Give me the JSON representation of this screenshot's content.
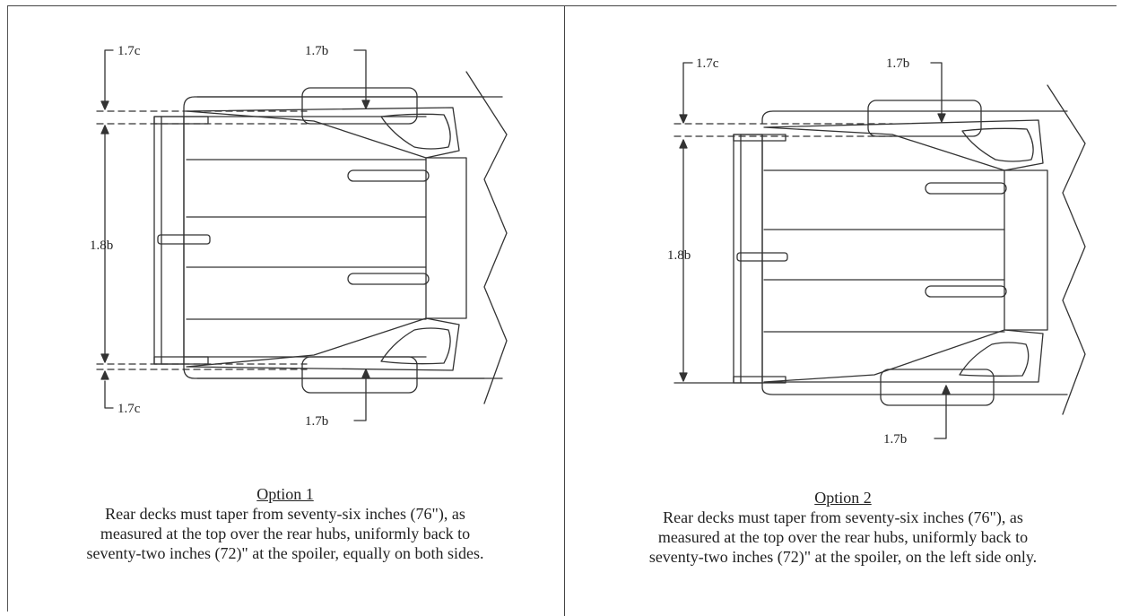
{
  "panels": [
    {
      "title": "Option 1",
      "description_lines": [
        "Rear decks must taper from seventy-six inches (76\"), as",
        "measured at the top over the rear hubs, uniformly back to",
        "seventy-two inches (72)\" at the spoiler, equally on both sides."
      ],
      "labels": {
        "c_top": "1.7c",
        "b_top": "1.7b",
        "dim_vertical": "1.8b",
        "c_bottom": "1.7c",
        "b_bottom": "1.7b"
      }
    },
    {
      "title": "Option 2",
      "description_lines": [
        "Rear decks must taper from seventy-six inches (76\"), as",
        "measured at the top over the rear hubs, uniformly back to",
        "seventy-two inches (72)\" at the spoiler, on the left side only."
      ],
      "labels": {
        "c_top": "1.7c",
        "b_top": "1.7b",
        "dim_vertical": "1.8b",
        "b_bottom": "1.7b"
      }
    }
  ]
}
